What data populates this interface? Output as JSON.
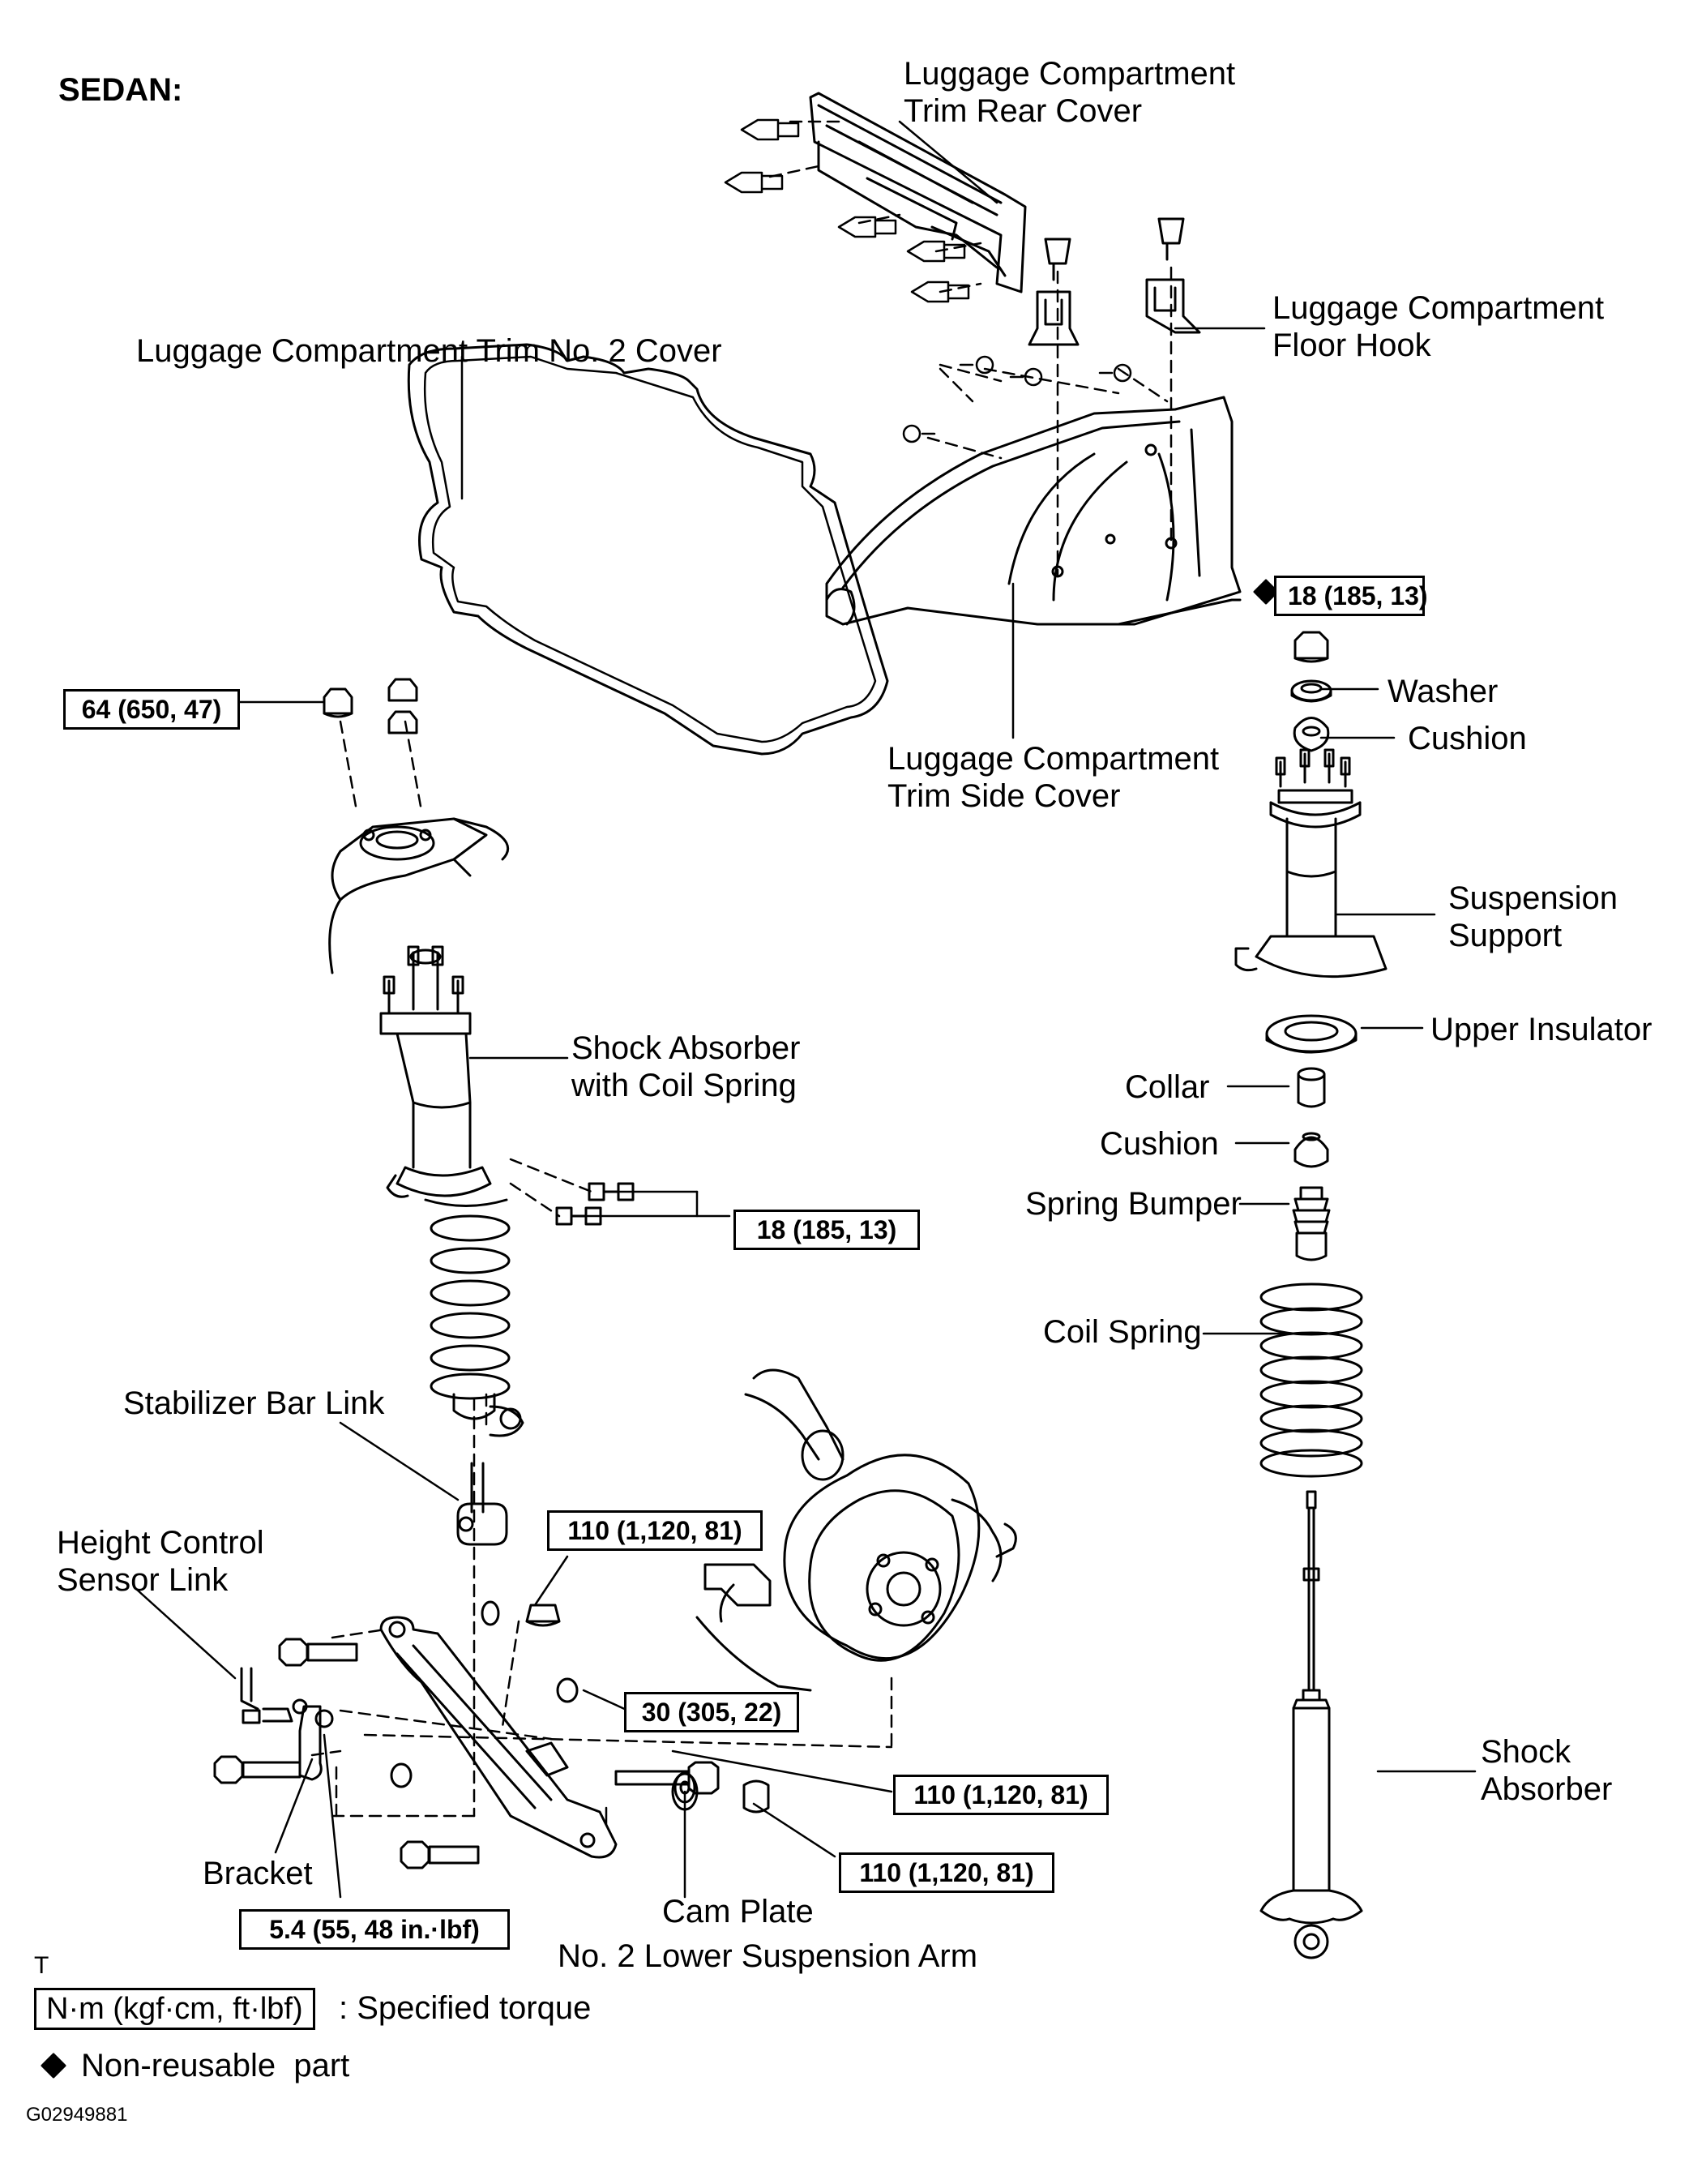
{
  "header": {
    "title": "SEDAN:"
  },
  "labels": {
    "trim_rear_cover": "Luggage Compartment\nTrim Rear Cover",
    "floor_hook": "Luggage Compartment\nFloor Hook",
    "trim_no2_cover": "Luggage Compartment Trim No. 2 Cover",
    "trim_side_cover": "Luggage Compartment\nTrim Side Cover",
    "washer": "Washer",
    "cushion_upper": "Cushion",
    "suspension_support": "Suspension\nSupport",
    "upper_insulator": "Upper Insulator",
    "collar": "Collar",
    "cushion_lower": "Cushion",
    "spring_bumper": "Spring Bumper",
    "coil_spring": "Coil Spring",
    "shock_absorber": "Shock\nAbsorber",
    "shock_with_spring": "Shock Absorber\nwith Coil Spring",
    "stabilizer_link": "Stabilizer Bar Link",
    "height_sensor_link": "Height Control\nSensor Link",
    "bracket": "Bracket",
    "cam_plate": "Cam Plate",
    "lower_arm": "No. 2 Lower Suspension Arm"
  },
  "torques": {
    "t_support_nut": "18 (185, 13)",
    "t_upper_nuts": "64 (650, 47)",
    "t_lower_bolts": "18 (185, 13)",
    "t_arm_nut_1": "110 (1,120, 81)",
    "t_stab_nut": "30 (305, 22)",
    "t_arm_bolt": "110 (1,120, 81)",
    "t_arm_nut_2": "110 (1,120, 81)",
    "t_bracket": "5.4 (55, 48 in.·lbf)"
  },
  "legend": {
    "torque_unit": "N·m (kgf·cm, ft·lbf)",
    "torque_text": ": Specified torque",
    "nonreusable_symbol": "◆",
    "nonreusable_text": "Non-reusable  part"
  },
  "footer": {
    "t_mark": "T",
    "figure_id": "G02949881"
  }
}
